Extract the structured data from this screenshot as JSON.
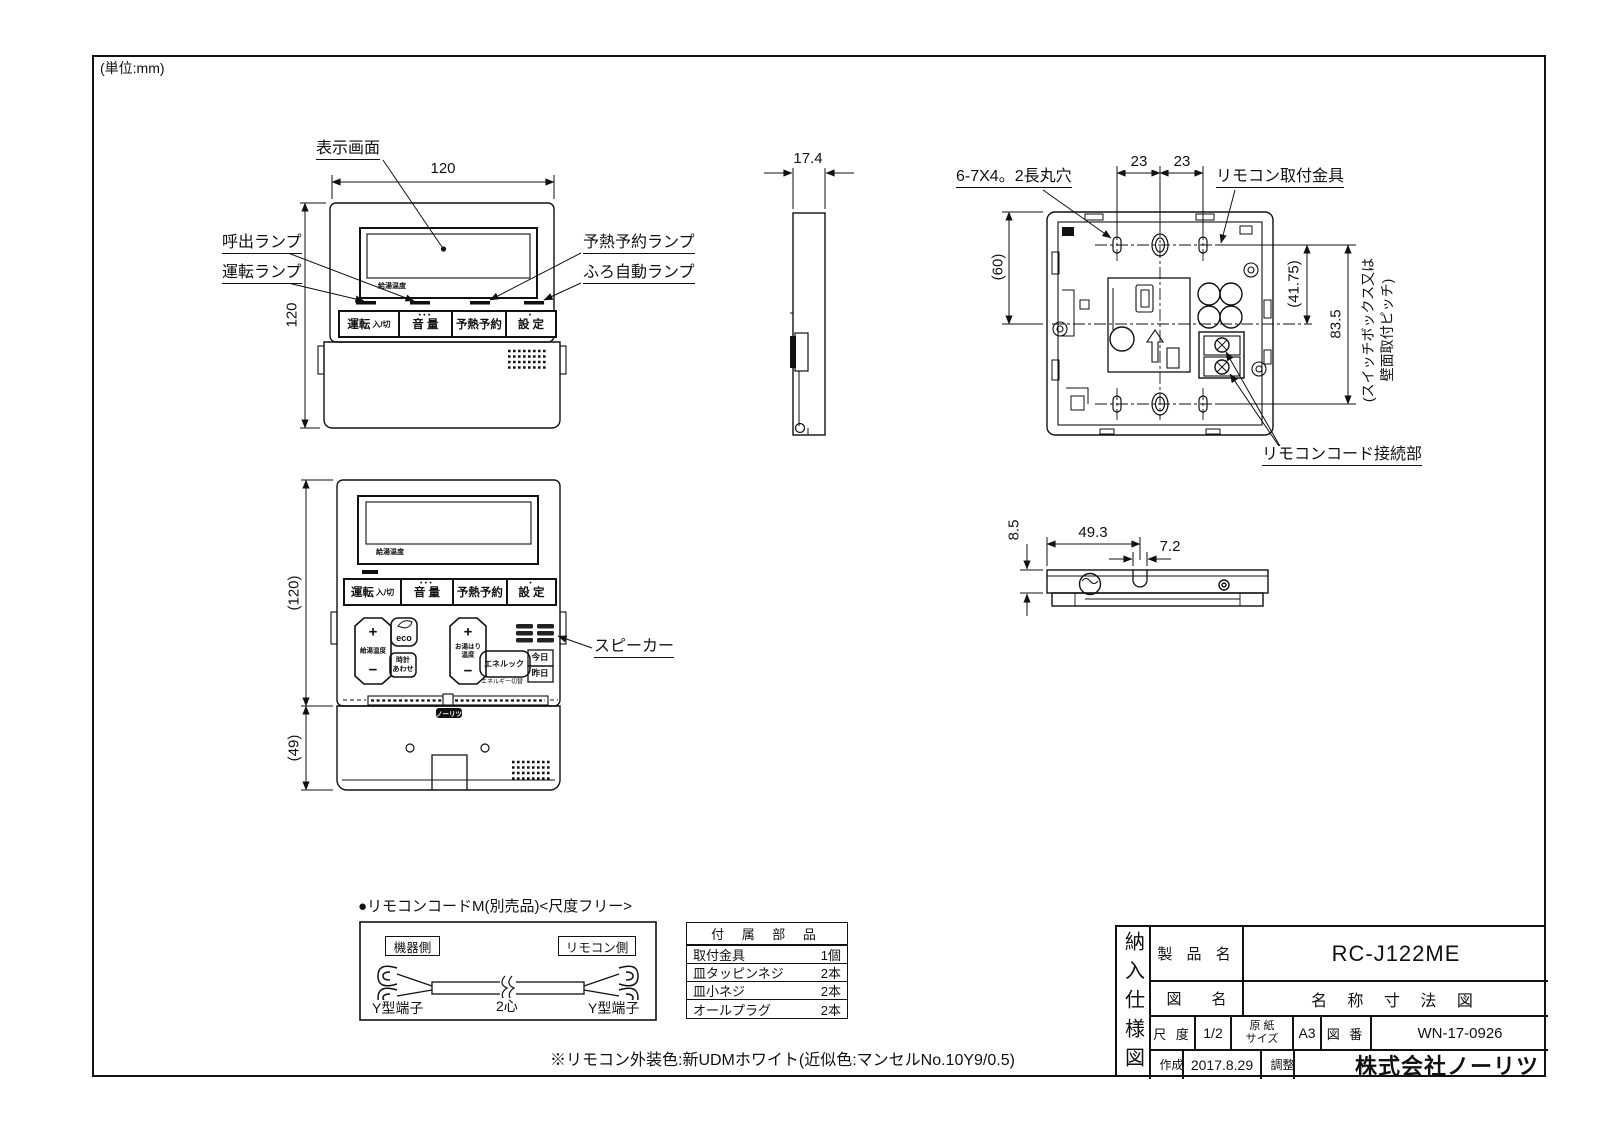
{
  "meta": {
    "unit_note": "(単位:mm)",
    "color_note": "※リモコン外装色:新UDMホワイト(近似色:マンセルNo.10Y9/0.5)"
  },
  "remote_buttons": {
    "power_main": "運転",
    "power_sub": "入/切",
    "volume": "音 量",
    "volume_dots": "●●●",
    "preheat": "予熱予約",
    "set": "設 定",
    "set_dots": "●"
  },
  "front_closed": {
    "dim_width": "120",
    "dim_height": "120",
    "label_display": "表示画面",
    "label_call_lamp": "呼出ランプ",
    "label_run_lamp": "運転ランプ",
    "label_preheat_lamp": "予熱予約ランプ",
    "label_bath_lamp": "ふろ自動ランプ",
    "screen_caption": "給湯温度"
  },
  "side": {
    "dim_depth": "17.4"
  },
  "back": {
    "label_holes": "6-7X4。2長丸穴",
    "label_bracket": "リモコン取付金具",
    "label_cord": "リモコンコード接続部",
    "dim_pitch_a": "23",
    "dim_pitch_b": "23",
    "dim_60": "(60)",
    "dim_4175": "(41.75)",
    "dim_835": "83.5",
    "pitch_note1": "(スイッチボックス又は",
    "pitch_note2": "壁面取付ピッチ)"
  },
  "bottom": {
    "dim_85": "8.5",
    "dim_493": "49.3",
    "dim_72": "7.2"
  },
  "front_open": {
    "dim_height": "(120)",
    "dim_cover": "(49)",
    "screen_caption": "給湯温度",
    "label_speaker": "スピーカー",
    "logo": "ノーリツ",
    "panel": {
      "plus": "+",
      "minus": "−",
      "temp_label": "給湯温度",
      "eco": "eco",
      "clock_line1": "時計",
      "clock_line2": "あわせ",
      "bath_line1": "お湯はり",
      "bath_line2": "温度",
      "enelook": "エネルック",
      "today": "今日",
      "yesterday": "昨日",
      "energy_note": "エネルギー切替"
    }
  },
  "cable": {
    "title": "●リモコンコードM(別売品)<尺度フリー>",
    "device_side": "機器側",
    "remote_side": "リモコン側",
    "terminal_left": "Y型端子",
    "terminal_right": "Y型端子",
    "core": "2心"
  },
  "parts_table": {
    "title": "付 属 部 品",
    "rows": [
      {
        "name": "取付金具",
        "qty": "1個"
      },
      {
        "name": "皿タッピンネジ",
        "qty": "2本"
      },
      {
        "name": "皿小ネジ",
        "qty": "2本"
      },
      {
        "name": "オールプラグ",
        "qty": "2本"
      }
    ]
  },
  "title_block": {
    "doc_type": "納入仕様図",
    "product_label": "製 品 名",
    "product_name": "RC-J122ME",
    "drawing_label": "図　　名",
    "drawing_name": "名 称 寸 法 図",
    "scale_label": "尺 度",
    "scale": "1/2",
    "paper_label_top": "原 紙",
    "paper_label_bottom": "サイズ",
    "paper": "A3",
    "number_label": "図 番",
    "number": "WN-17-0926",
    "created_label": "作成",
    "created": "2017.8.29",
    "adjust_label": "調整",
    "company": "株式会社ノーリツ"
  }
}
